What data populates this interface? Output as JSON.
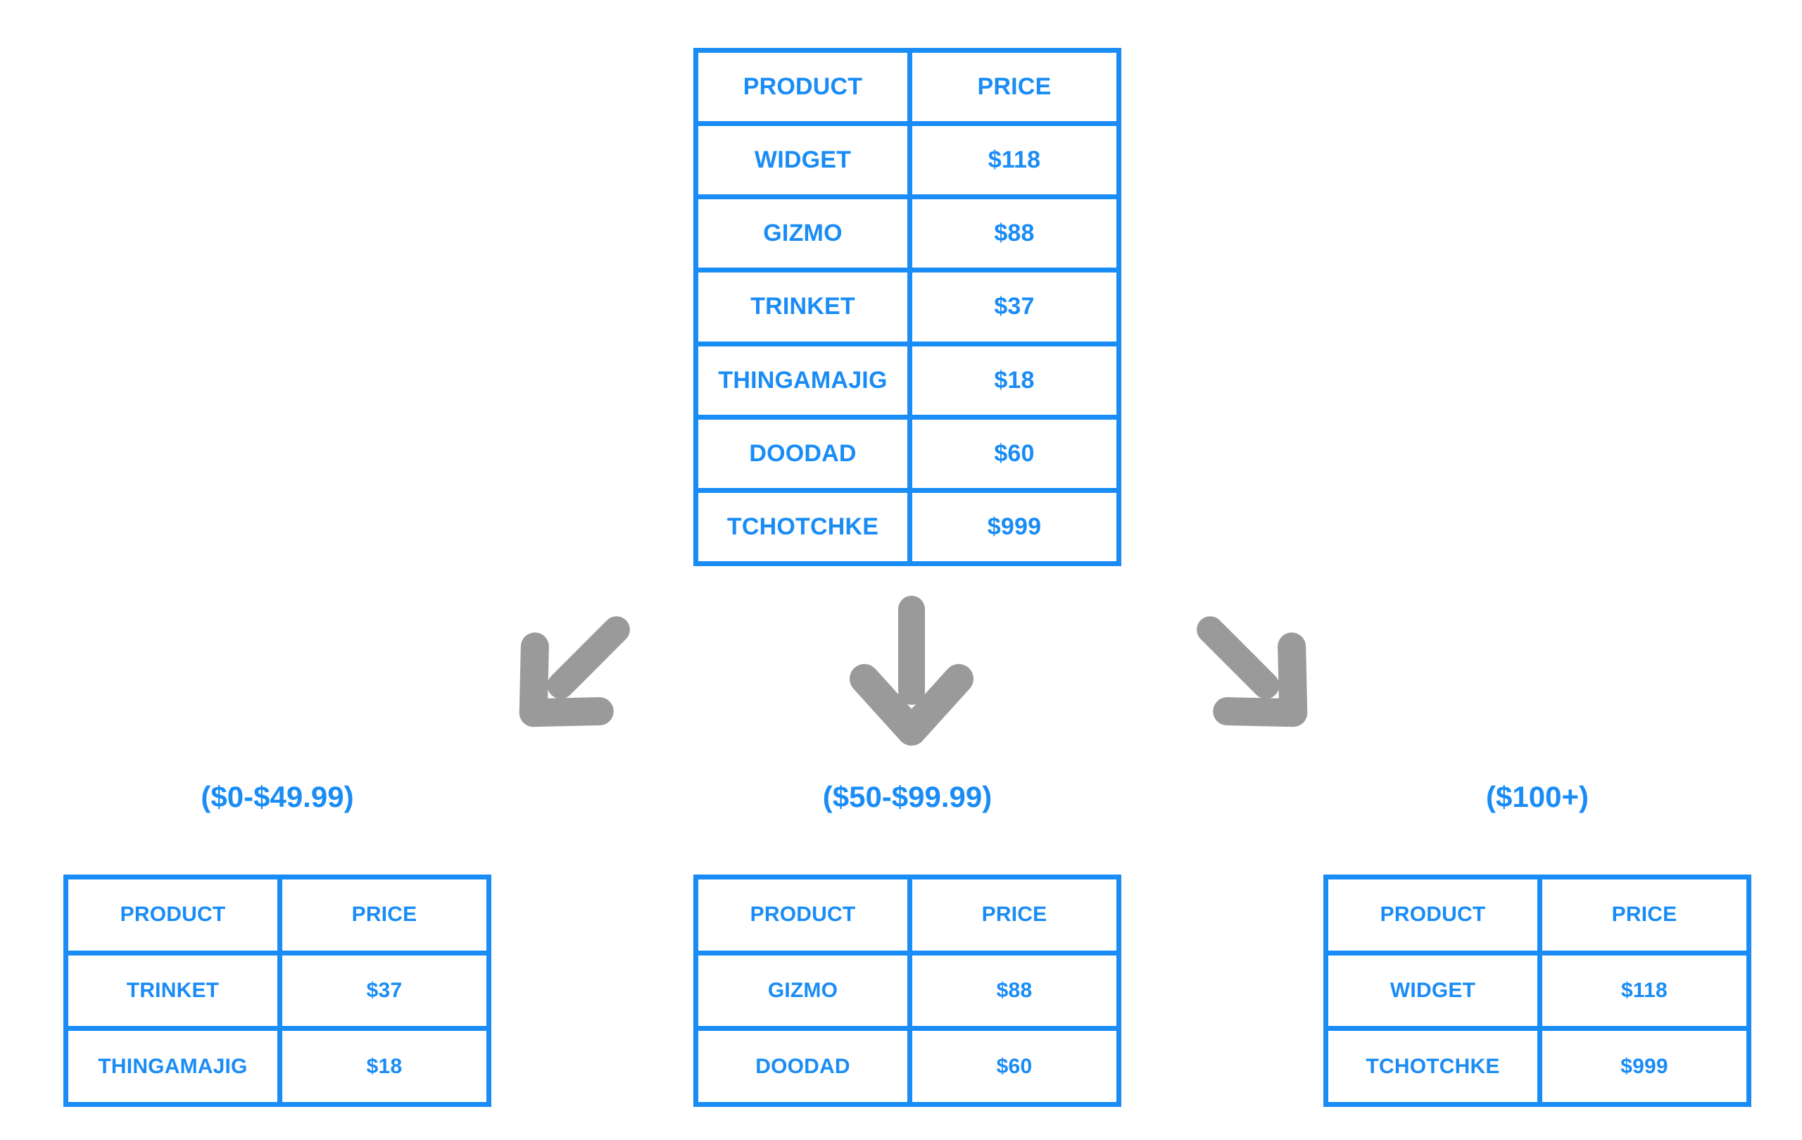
{
  "diagram": {
    "title_color": "#1a8cf5",
    "arrow_color": "#9a9a9a",
    "accent_color": "#1a8cf5"
  },
  "main_table": {
    "name": "product-price-table",
    "headers": [
      "PRODUCT",
      "PRICE"
    ],
    "rows": [
      {
        "product": "WIDGET",
        "price": "$118"
      },
      {
        "product": "GIZMO",
        "price": "$88"
      },
      {
        "product": "TRINKET",
        "price": "$37"
      },
      {
        "product": "THINGAMAJIG",
        "price": "$18"
      },
      {
        "product": "DOODAD",
        "price": "$60"
      },
      {
        "product": "TCHOTCHKE",
        "price": "$999"
      }
    ]
  },
  "groups": [
    {
      "id": "low",
      "caption": "($0-$49.99)",
      "arrow": "arrow-down-left-icon",
      "headers": [
        "PRODUCT",
        "PRICE"
      ],
      "rows": [
        {
          "product": "TRINKET",
          "price": "$37"
        },
        {
          "product": "THINGAMAJIG",
          "price": "$18"
        }
      ]
    },
    {
      "id": "mid",
      "caption": "($50-$99.99)",
      "arrow": "arrow-down-icon",
      "headers": [
        "PRODUCT",
        "PRICE"
      ],
      "rows": [
        {
          "product": "GIZMO",
          "price": "$88"
        },
        {
          "product": "DOODAD",
          "price": "$60"
        }
      ]
    },
    {
      "id": "high",
      "caption": "($100+)",
      "arrow": "arrow-down-right-icon",
      "headers": [
        "PRODUCT",
        "PRICE"
      ],
      "rows": [
        {
          "product": "WIDGET",
          "price": "$118"
        },
        {
          "product": "TCHOTCHKE",
          "price": "$999"
        }
      ]
    }
  ],
  "chart_data": {
    "type": "table",
    "title": "",
    "categories": [
      "WIDGET",
      "GIZMO",
      "TRINKET",
      "THINGAMAJIG",
      "DOODAD",
      "TCHOTCHKE"
    ],
    "values": [
      118,
      88,
      37,
      18,
      60,
      999
    ],
    "columns": [
      "PRODUCT",
      "PRICE"
    ],
    "partitions": [
      {
        "label": "($0-$49.99)",
        "members": [
          "TRINKET",
          "THINGAMAJIG"
        ],
        "values": [
          37,
          18
        ]
      },
      {
        "label": "($50-$99.99)",
        "members": [
          "GIZMO",
          "DOODAD"
        ],
        "values": [
          88,
          60
        ]
      },
      {
        "label": "($100+)",
        "members": [
          "WIDGET",
          "TCHOTCHKE"
        ],
        "values": [
          118,
          999
        ]
      }
    ]
  }
}
